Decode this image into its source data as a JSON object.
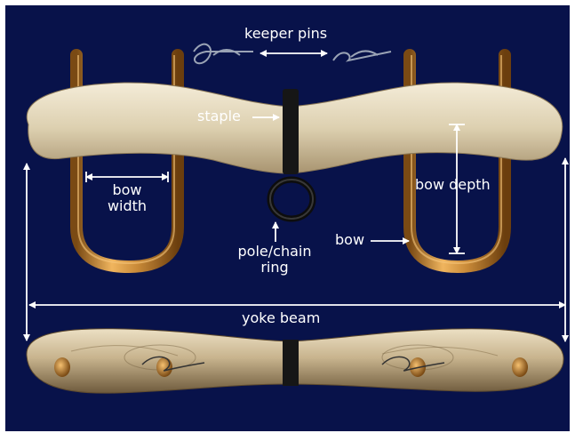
{
  "colors": {
    "background": "#08124a",
    "wood_light": "#efe6cf",
    "wood_dark": "#a68f67",
    "bow_brass": "#c98a38",
    "bow_dark": "#6b3e0e",
    "staple": "#1a1a1a",
    "ring": "#222222",
    "arrow": "#ffffff"
  },
  "labels": {
    "keeper_pins": "keeper pins",
    "staple": "staple",
    "bow_width_1": "bow",
    "bow_width_2": "width",
    "bow_depth": "bow depth",
    "bow": "bow",
    "pole_chain_1": "pole/chain",
    "pole_chain_2": "ring",
    "yoke_beam": "yoke beam"
  }
}
